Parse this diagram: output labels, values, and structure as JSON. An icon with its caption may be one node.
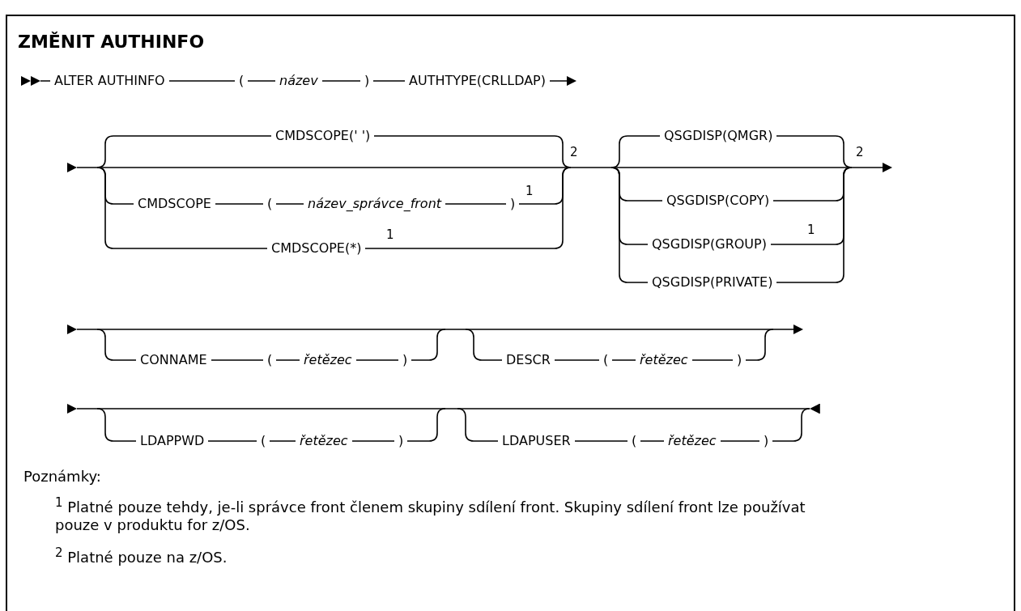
{
  "diagram": {
    "title": "ZMĚNIT AUTHINFO",
    "labels": [
      "ALTER AUTHINFO",
      "(",
      "název",
      ")",
      "AUTHTYPE(CRLLDAP)",
      "CMDSCOPE(' ')",
      "2",
      "QSGDISP(QMGR)",
      "2",
      "CMDSCOPE",
      "(",
      "název_správce_front",
      ")",
      "1",
      "QSGDISP(COPY)",
      "CMDSCOPE(*)",
      "1",
      "QSGDISP(GROUP)",
      "1",
      "QSGDISP(PRIVATE)",
      "CONNAME",
      "(",
      "řetězec",
      ")",
      "DESCR",
      "(",
      "řetězec",
      ")",
      "LDAPPWD",
      "(",
      "řetězec",
      ")",
      "LDAPUSER",
      "(",
      "řetězec",
      ")",
      "Poznámky:",
      "$^{1}$ Platné pouze tehdy, je-li správce front členem skupiny sdílení front. Skupiny sdílení front lze používat pouze v produktu for z/OS.",
      "$^{2}$ Platné pouze na z/OS."
    ]
  }
}
